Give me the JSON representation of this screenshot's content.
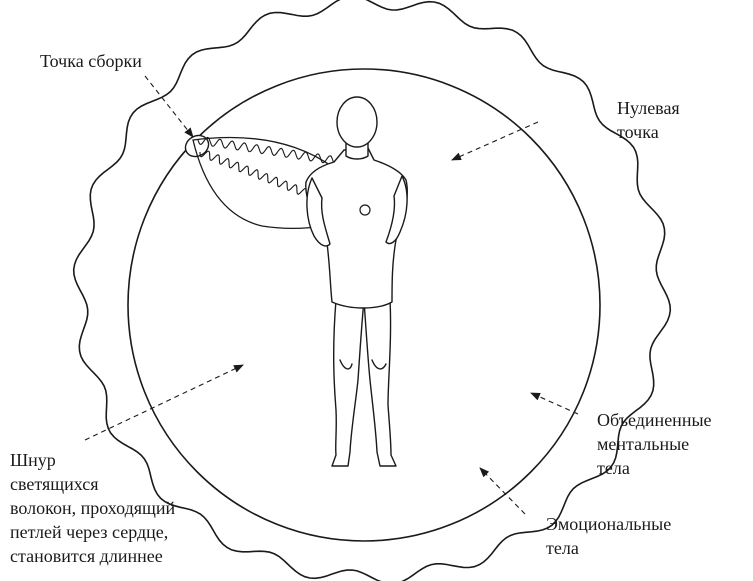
{
  "labels": {
    "assembly_point": "Точка сборки",
    "zero_point": [
      "Нулевая",
      "точка"
    ],
    "mental_bodies": [
      "Объединенные",
      "ментальные",
      "тела"
    ],
    "emotional_bodies": [
      "Эмоциональные",
      "тела"
    ],
    "cord": [
      "Шнур",
      "светящихся",
      "волокон, проходящий",
      "петлей через сердце,",
      "становится длиннее"
    ]
  },
  "colors": {
    "ink": "#1a1a1a",
    "background": "#ffffff"
  }
}
